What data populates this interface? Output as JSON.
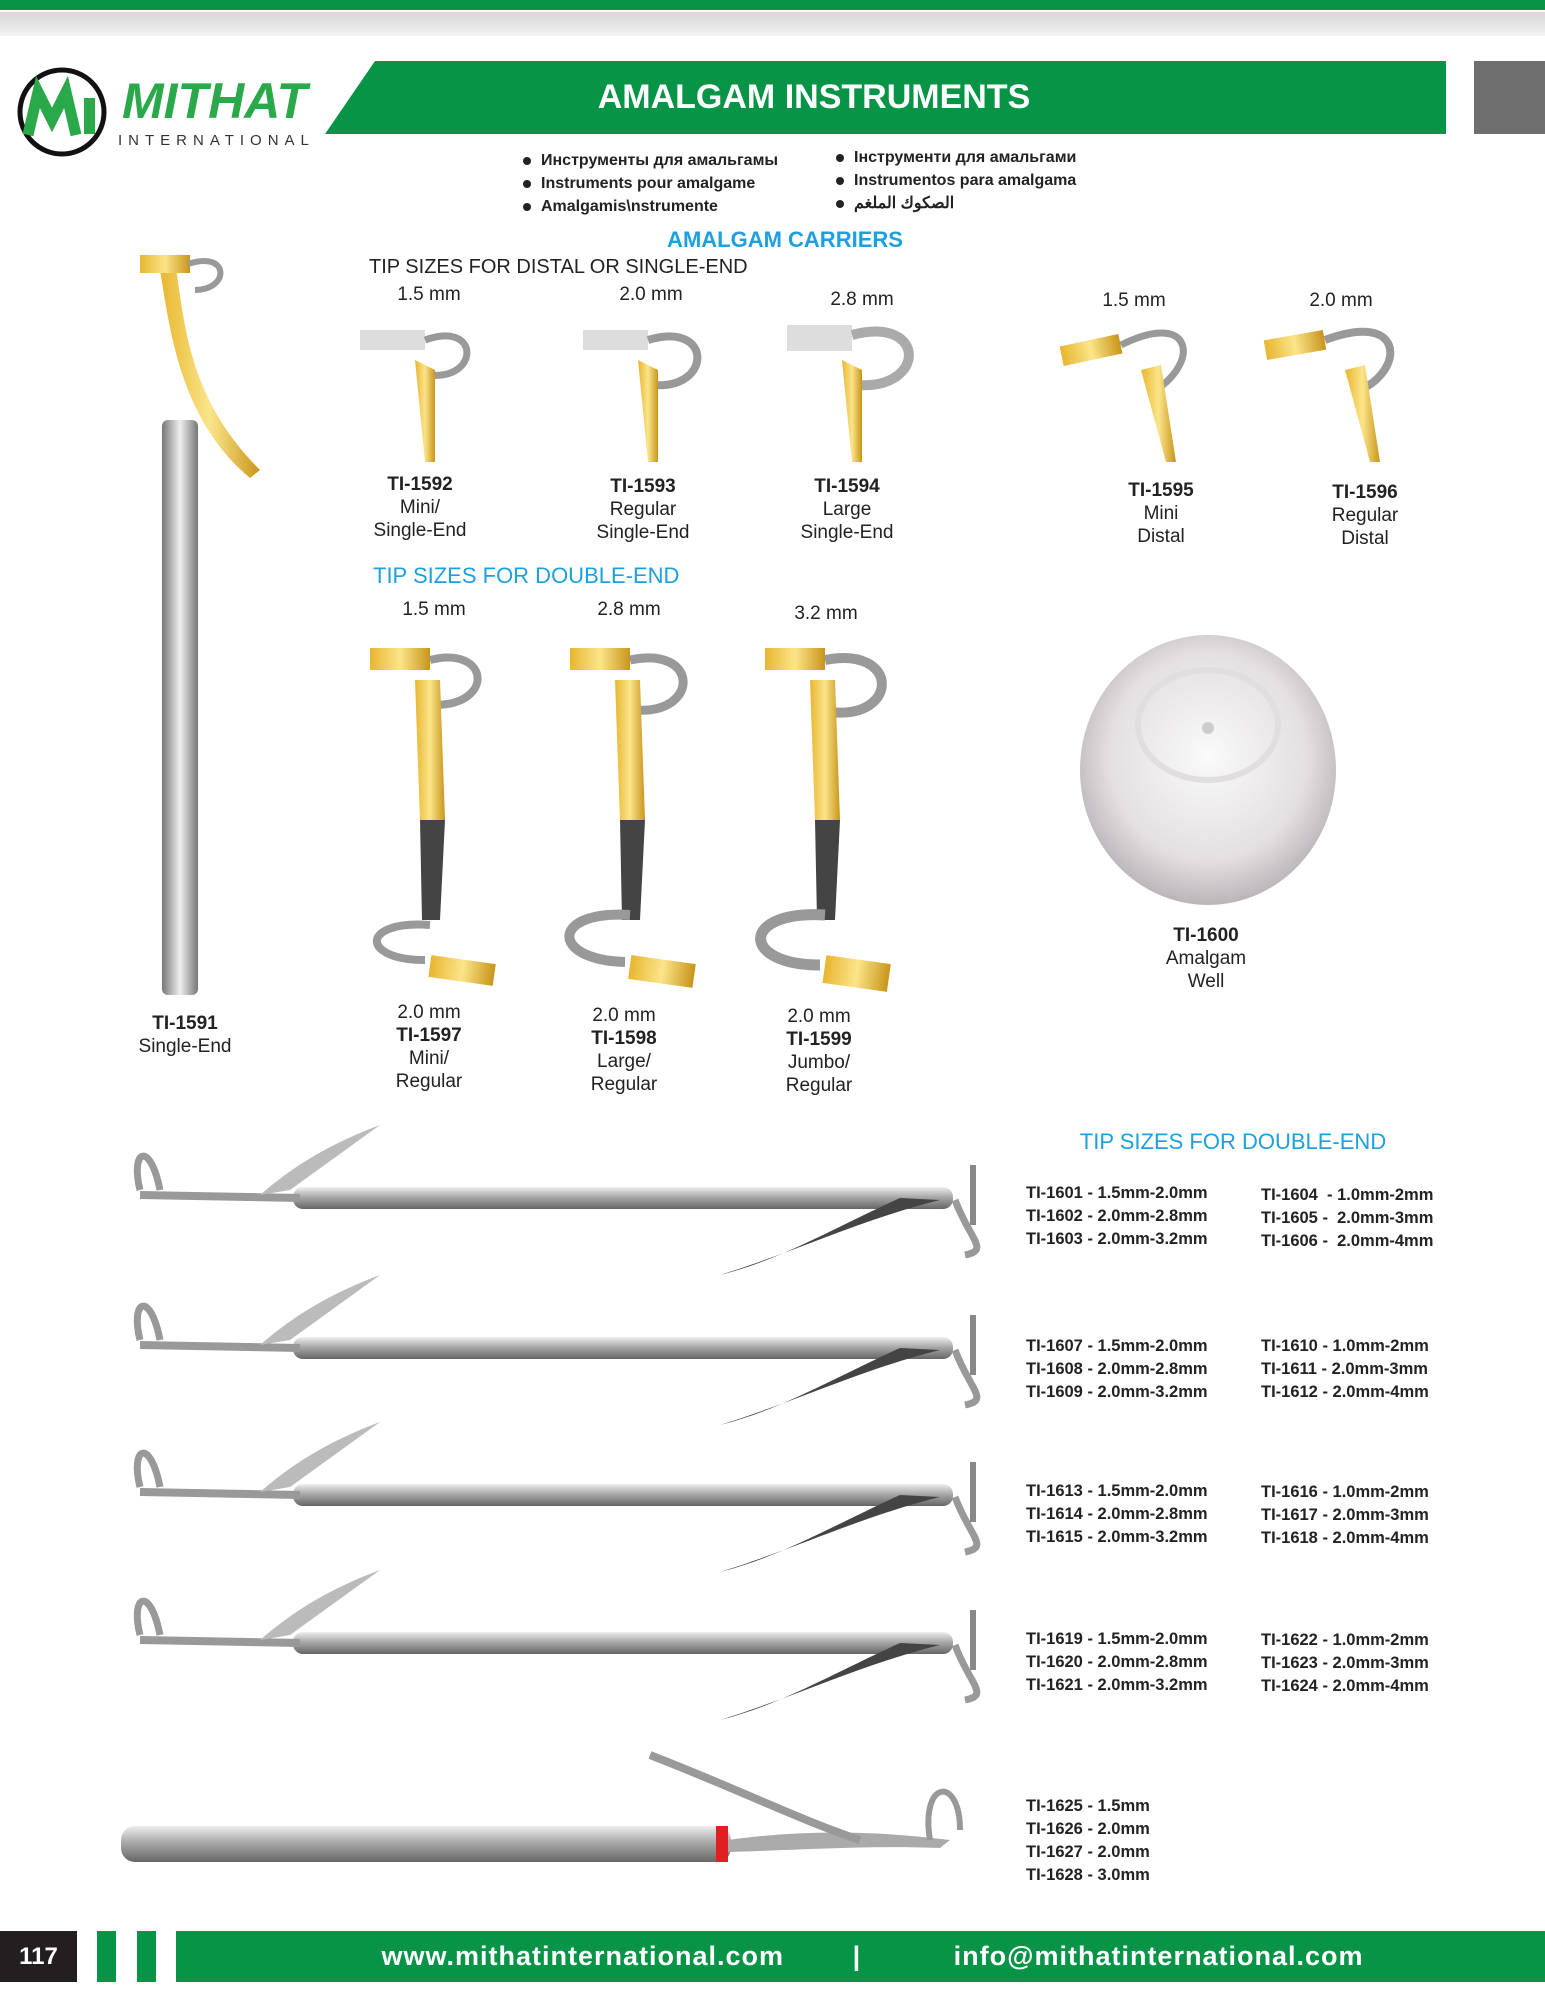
{
  "brand": {
    "name": "MITHAT",
    "sub": "INTERNATIONAL",
    "green": "#079447",
    "blue": "#1da0e0"
  },
  "header": {
    "title": "AMALGAM INSTRUMENTS"
  },
  "languages": {
    "col1": [
      "Инструменты для амальгамы",
      "Instruments pour amalgame",
      "Amalgamis\\nstrumente"
    ],
    "col2": [
      "Інструменти для амальгами",
      "Instrumentos para amalgama",
      "الصكوك الملغم"
    ]
  },
  "carriers": {
    "heading": "AMALGAM CARRIERS",
    "single_heading": "TIP SIZES FOR DISTAL OR SINGLE-END",
    "single": [
      {
        "size": "1.5 mm",
        "code": "TI-1592",
        "line1": "Mini/",
        "line2": "Single-End"
      },
      {
        "size": "2.0 mm",
        "code": "TI-1593",
        "line1": "Regular",
        "line2": "Single-End"
      },
      {
        "size": "2.8 mm",
        "code": "TI-1594",
        "line1": "Large",
        "line2": "Single-End"
      },
      {
        "size": "1.5 mm",
        "code": "TI-1595",
        "line1": "Mini",
        "line2": "Distal"
      },
      {
        "size": "2.0  mm",
        "code": "TI-1596",
        "line1": "Regular",
        "line2": "Distal"
      }
    ],
    "double_heading": "TIP SIZES FOR DOUBLE-END",
    "double": [
      {
        "size_top": "1.5 mm",
        "size_bottom": "2.0 mm",
        "code": "TI-1597",
        "line1": "Mini/",
        "line2": "Regular"
      },
      {
        "size_top": "2.8 mm",
        "size_bottom": "2.0 mm",
        "code": "TI-1598",
        "line1": "Large/",
        "line2": "Regular"
      },
      {
        "size_top": "3.2 mm",
        "size_bottom": "2.0 mm",
        "code": "TI-1599",
        "line1": "Jumbo/",
        "line2": "Regular"
      }
    ],
    "handle": {
      "code": "TI-1591",
      "line1": "Single-End"
    },
    "well": {
      "code": "TI-1600",
      "line1": "Amalgam",
      "line2": "Well"
    }
  },
  "double_end": {
    "heading": "TIP SIZES FOR DOUBLE-END",
    "groups": [
      {
        "col1": [
          "TI-1601 - 1.5mm-2.0mm",
          "TI-1602 - 2.0mm-2.8mm",
          "TI-1603 - 2.0mm-3.2mm"
        ],
        "col2": [
          "TI-1604  - 1.0mm-2mm",
          "TI-1605 -  2.0mm-3mm",
          "TI-1606 -  2.0mm-4mm"
        ]
      },
      {
        "col1": [
          "TI-1607 - 1.5mm-2.0mm",
          "TI-1608 - 2.0mm-2.8mm",
          "TI-1609 - 2.0mm-3.2mm"
        ],
        "col2": [
          "TI-1610 - 1.0mm-2mm",
          "TI-1611 - 2.0mm-3mm",
          "TI-1612 - 2.0mm-4mm"
        ]
      },
      {
        "col1": [
          "TI-1613 - 1.5mm-2.0mm",
          "TI-1614 - 2.0mm-2.8mm",
          "TI-1615 - 2.0mm-3.2mm"
        ],
        "col2": [
          "TI-1616 - 1.0mm-2mm",
          "TI-1617 - 2.0mm-3mm",
          "TI-1618 - 2.0mm-4mm"
        ]
      },
      {
        "col1": [
          "TI-1619 - 1.5mm-2.0mm",
          "TI-1620 - 2.0mm-2.8mm",
          "TI-1621 - 2.0mm-3.2mm"
        ],
        "col2": [
          "TI-1622 - 1.0mm-2mm",
          "TI-1623 - 2.0mm-3mm",
          "TI-1624 - 2.0mm-4mm"
        ]
      },
      {
        "col1": [
          "TI-1625 - 1.5mm",
          "TI-1626 - 2.0mm",
          "TI-1627 - 2.0mm",
          "TI-1628 - 3.0mm"
        ],
        "col2": []
      }
    ]
  },
  "footer": {
    "page": "117",
    "website": "www.mithatinternational.com",
    "separator": "|",
    "email": "info@mithatinternational.com",
    "icons": [
      "globe-icon",
      "paper-plane-icon"
    ]
  }
}
